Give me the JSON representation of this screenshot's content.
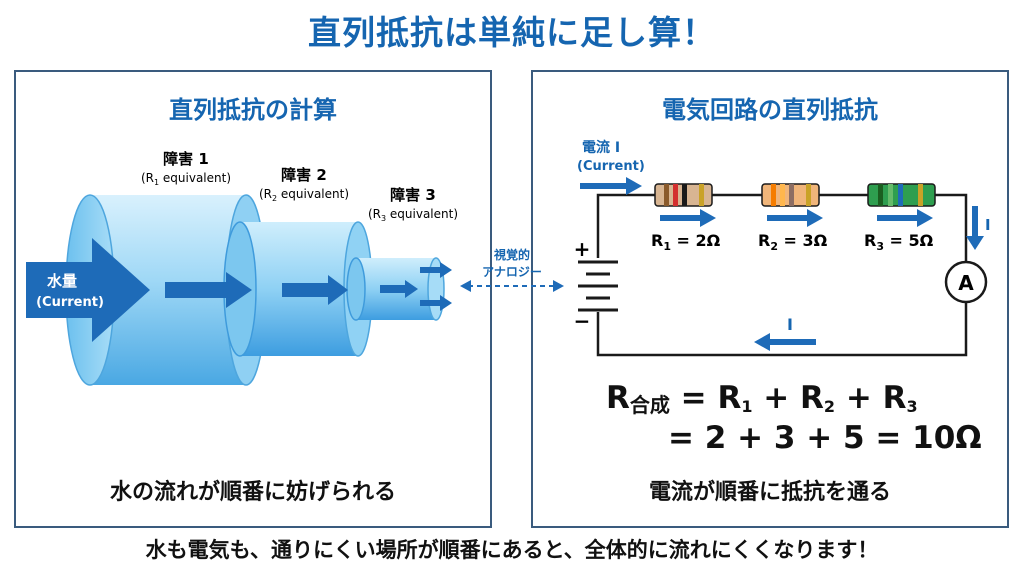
{
  "main_title": "直列抵抗は単純に足し算！",
  "left_panel": {
    "title": "直列抵抗の計算",
    "obstacles": [
      {
        "label": "障害 1",
        "sub_prefix": "(R",
        "sub_index": "1",
        "sub_suffix": " equivalent)"
      },
      {
        "label": "障害 2",
        "sub_prefix": "(R",
        "sub_index": "2",
        "sub_suffix": " equivalent)"
      },
      {
        "label": "障害 3",
        "sub_prefix": "(R",
        "sub_index": "3",
        "sub_suffix": " equivalent)"
      }
    ],
    "flow_label": "水量",
    "flow_sublabel": "(Current)",
    "caption": "水の流れが順番に妨げられる"
  },
  "analogy": {
    "line1": "視覚的",
    "line2": "アナロジー"
  },
  "right_panel": {
    "title": "電気回路の直列抵抗",
    "current_label": "電流 I",
    "current_sublabel": "(Current)",
    "battery_plus": "+",
    "battery_minus": "−",
    "resistors": [
      {
        "label_prefix": "R",
        "index": "1",
        "label_suffix": " = 2Ω",
        "value_ohm": 2
      },
      {
        "label_prefix": "R",
        "index": "2",
        "label_suffix": " = 3Ω",
        "value_ohm": 3
      },
      {
        "label_prefix": "R",
        "index": "3",
        "label_suffix": " = 5Ω",
        "value_ohm": 5
      }
    ],
    "ammeter": "A",
    "current_right": "I",
    "current_bottom": "I",
    "formula": {
      "lhs": "R",
      "lhs_sub": "合成",
      "eq1": " = ",
      "t1": "R",
      "t1_sub": "1",
      "plus1": " + ",
      "t2": "R",
      "t2_sub": "2",
      "plus2": " + ",
      "t3": "R",
      "t3_sub": "3",
      "line2": "= 2 + 3 + 5 = 10Ω"
    },
    "caption": "電流が順番に抵抗を通る"
  },
  "bottom_note": "水も電気も、通りにくい場所が順番にあると、全体的に流れにくくなります！",
  "colors": {
    "accent": "#1565b0",
    "pipe_light": "#bfe6fb",
    "pipe_mid": "#7ccbf2",
    "pipe_dark": "#3a9fe0",
    "border": "#3a5b7e"
  }
}
